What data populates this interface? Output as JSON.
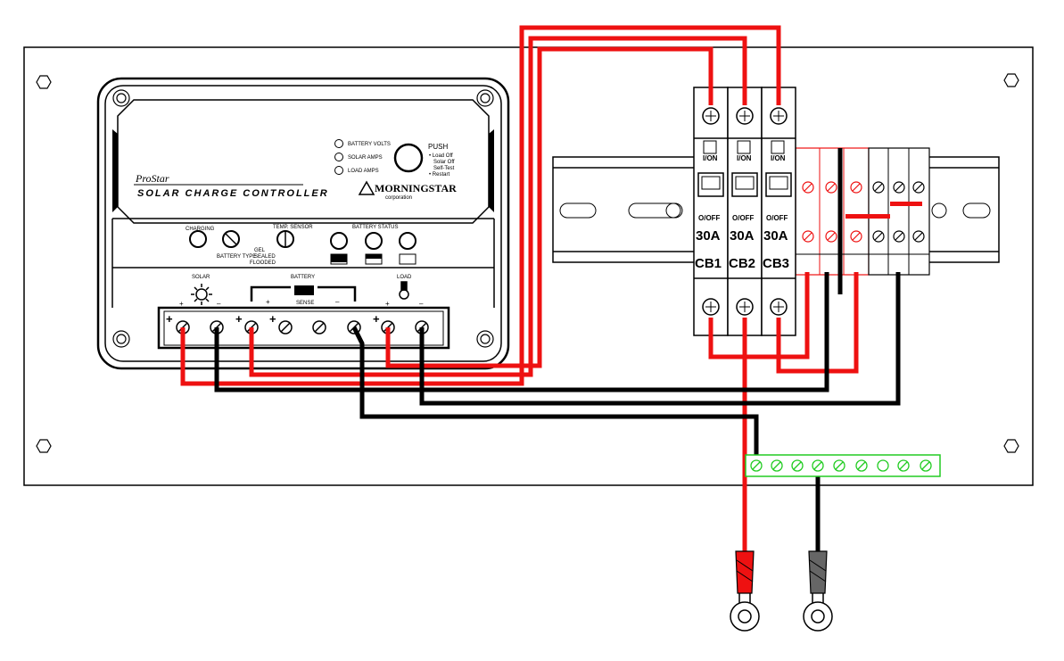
{
  "controller": {
    "brand": "ProStar",
    "title": "SOLAR CHARGE CONTROLLER",
    "maker": "MORNINGSTAR",
    "maker_sub": "corporation",
    "indicators": [
      "BATTERY VOLTS",
      "SOLAR AMPS",
      "LOAD AMPS"
    ],
    "push_label": "PUSH",
    "push_lines": [
      "• Load Off",
      "Solar Off",
      "Self-Test",
      "• Restart"
    ],
    "charging": "CHARGING",
    "temp_sensor": "TEMP. SENSOR",
    "battery_status": "BATTERY STATUS",
    "battery_type": "BATTERY TYPE",
    "battery_type_options": [
      "GEL",
      "SEALED",
      "FLOODED"
    ],
    "terminal_solar": "SOLAR",
    "terminal_battery": "BATTERY",
    "terminal_load": "LOAD",
    "sense": "SENSE",
    "plus": "+",
    "minus": "–"
  },
  "breakers": [
    {
      "id": "CB1",
      "rating": "30A",
      "onoff": "O/OFF",
      "ion": "I/ON"
    },
    {
      "id": "CB2",
      "rating": "30A",
      "onoff": "O/OFF",
      "ion": "I/ON"
    },
    {
      "id": "CB3",
      "rating": "30A",
      "onoff": "O/OFF",
      "ion": "I/ON"
    }
  ],
  "colors": {
    "positive_wire": "#ee1111",
    "negative_wire": "#000000",
    "ground_bus": "#22cc22",
    "panel": "#ffffff"
  }
}
